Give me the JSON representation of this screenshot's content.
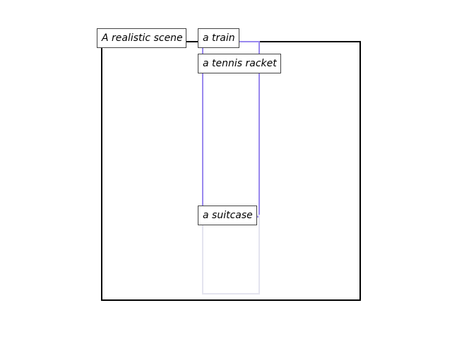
{
  "scene": {
    "caption": "A realistic scene",
    "frame_color": "#000000"
  },
  "objects": [
    {
      "label": "a train",
      "color": "#66dd66"
    },
    {
      "label": "a tennis racket",
      "color": "#9988ee"
    },
    {
      "label": "a suitcase",
      "color": "#e4e4ef"
    }
  ]
}
